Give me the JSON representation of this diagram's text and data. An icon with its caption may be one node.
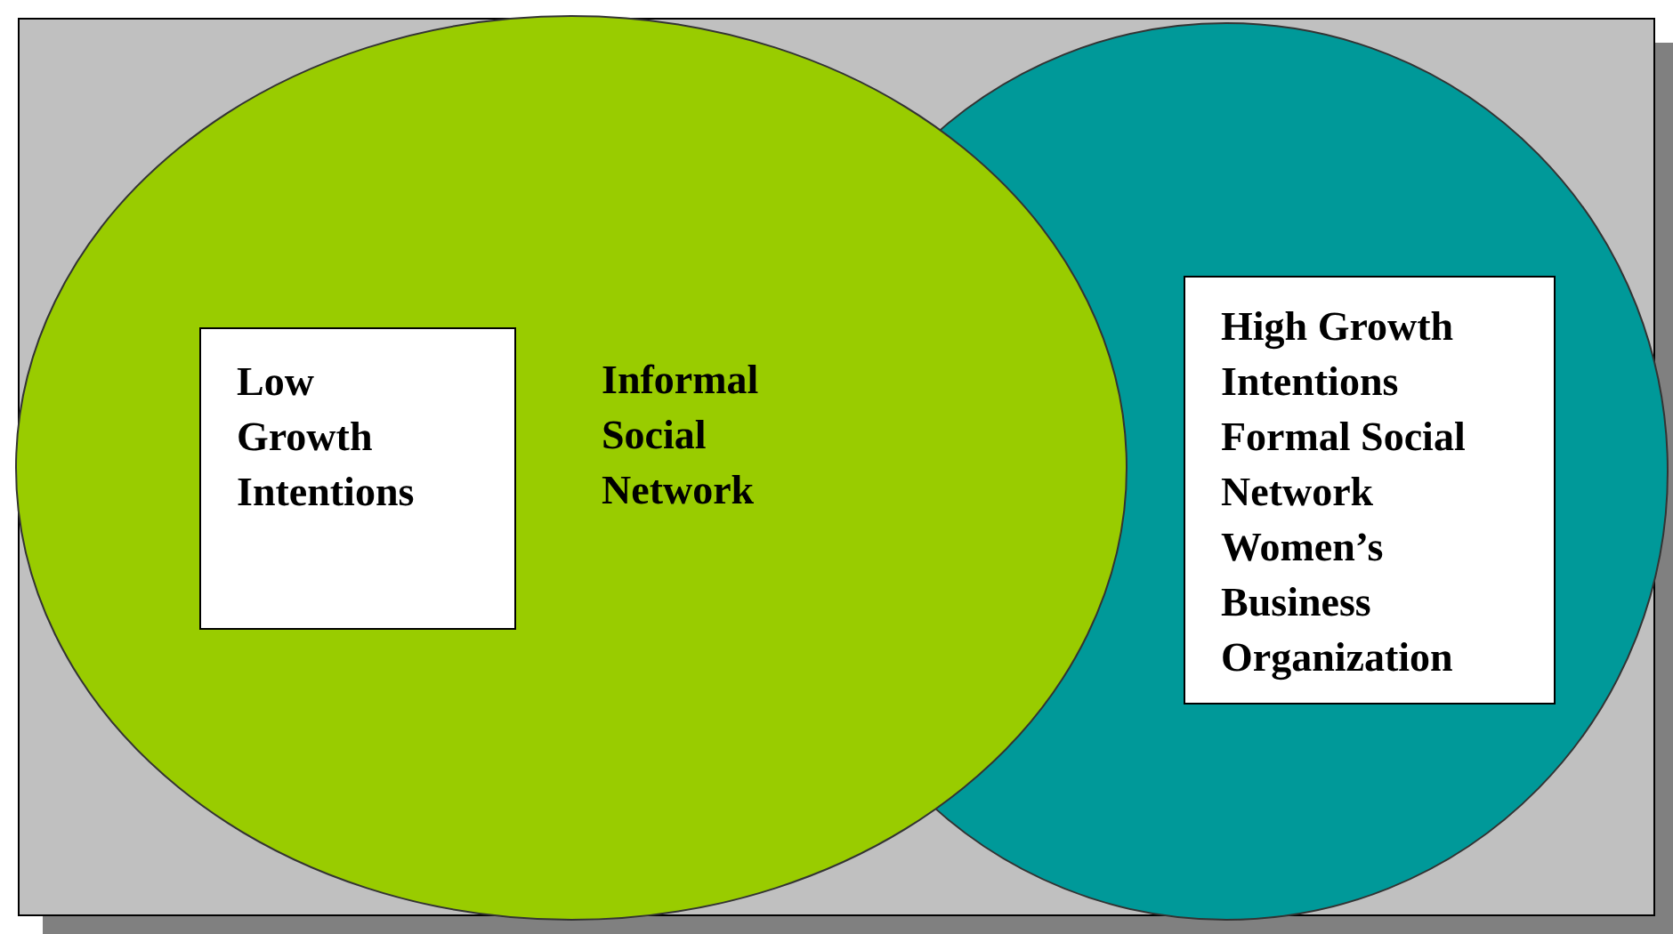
{
  "diagram": {
    "nodes": [
      {
        "text": [
          "Informal Social Network"
        ]
      },
      {
        "text": [
          "Low Growth Intentions"
        ],
        "in": 0
      },
      {
        "text": [],
        "shape": "ellipse"
      },
      {
        "text": [
          "High Growth Intentions",
          "Formal Social Network",
          "Women’s Business Organization"
        ],
        "in": 2
      }
    ]
  }
}
